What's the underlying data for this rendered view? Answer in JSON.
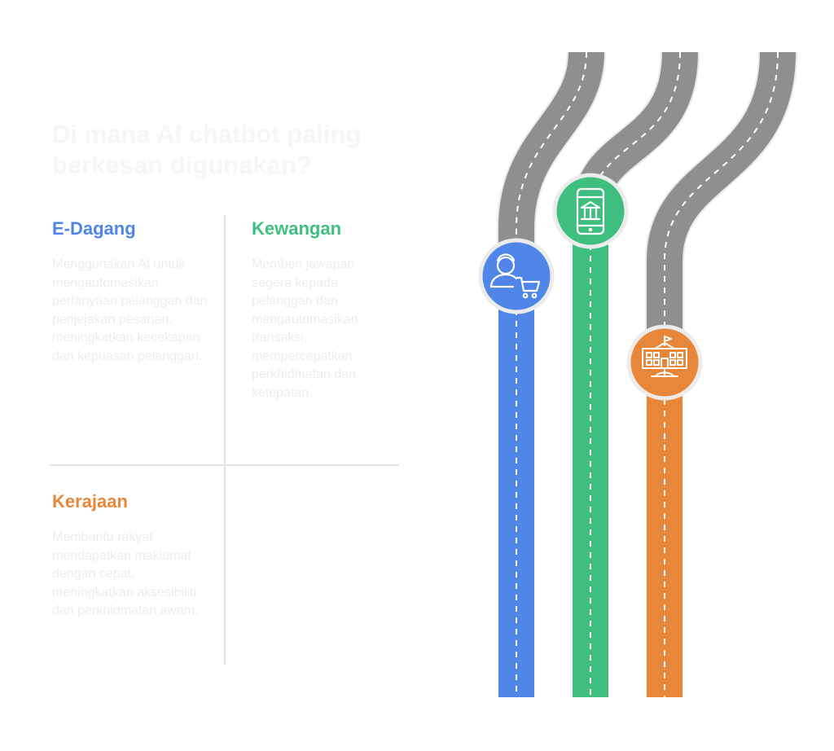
{
  "title": "Di mana AI chatbot paling berkesan digunakan?",
  "sections": [
    {
      "heading": "E-Dagang",
      "body": "Menggunakan AI untuk mengautomasikan pertanyaan pelanggan dan penjejakan pesanan, meningkatkan kecekapan dan kepuasan pelanggan.",
      "color": "#4f86e7",
      "icon": "customer-shopping-cart-icon"
    },
    {
      "heading": "Kewangan",
      "body": "Memberi jawapan segera kepada pelanggan dan mengautomasikan transaksi, mempercepatkan perkhidmatan dan ketepatan.",
      "color": "#3fbf7f",
      "icon": "mobile-banking-icon"
    },
    {
      "heading": "Kerajaan",
      "body": "Membantu rakyat mendapatkan maklumat dengan cepat, meningkatkan aksesibiliti dan perkhidmatan awam.",
      "color": "#e8873a",
      "icon": "government-building-icon"
    }
  ],
  "road_color": "#8f8f8f"
}
